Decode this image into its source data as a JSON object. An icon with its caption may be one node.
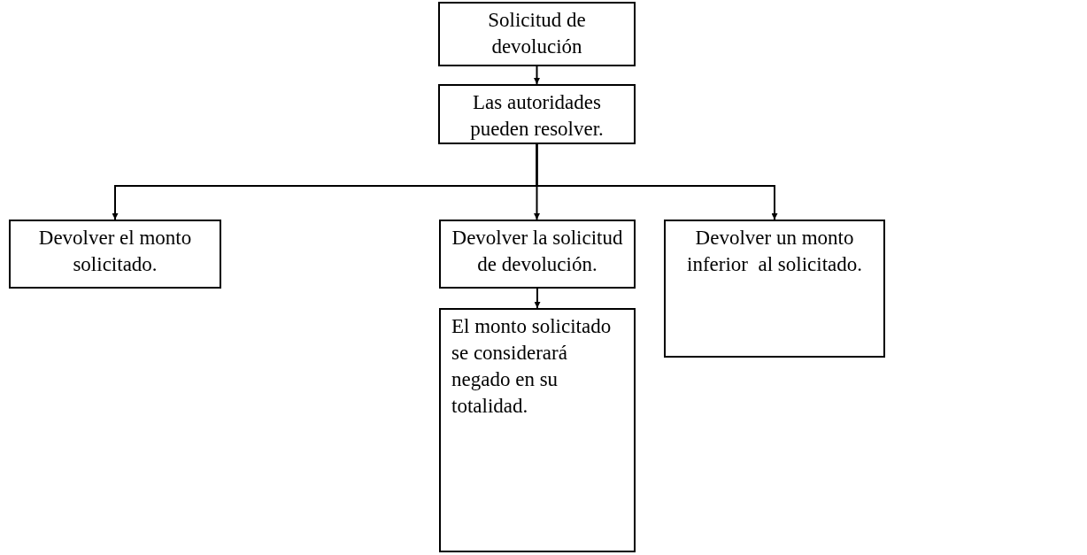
{
  "diagram": {
    "nodes": [
      {
        "text": [
          "Solicitud de devolución"
        ]
      },
      {
        "text": [
          "Las autoridades pueden resolver."
        ]
      },
      {
        "text": [
          "Devolver el monto solicitado."
        ]
      },
      {
        "text": [
          "Devolver la solicitud de devolución."
        ]
      },
      {
        "text": [
          "Devolver un monto inferior  al solicitado."
        ]
      },
      {
        "text": [
          "El monto solicitado se considerará negado en su totalidad."
        ]
      }
    ],
    "edges": [
      {
        "from": 0,
        "to": 1,
        "arrow": "to"
      },
      {
        "from": 1,
        "to": 2,
        "arrow": "to"
      },
      {
        "from": 1,
        "to": 3,
        "arrow": "to"
      },
      {
        "from": 1,
        "to": 4,
        "arrow": "to"
      },
      {
        "from": 3,
        "to": 5,
        "arrow": "to"
      }
    ]
  }
}
